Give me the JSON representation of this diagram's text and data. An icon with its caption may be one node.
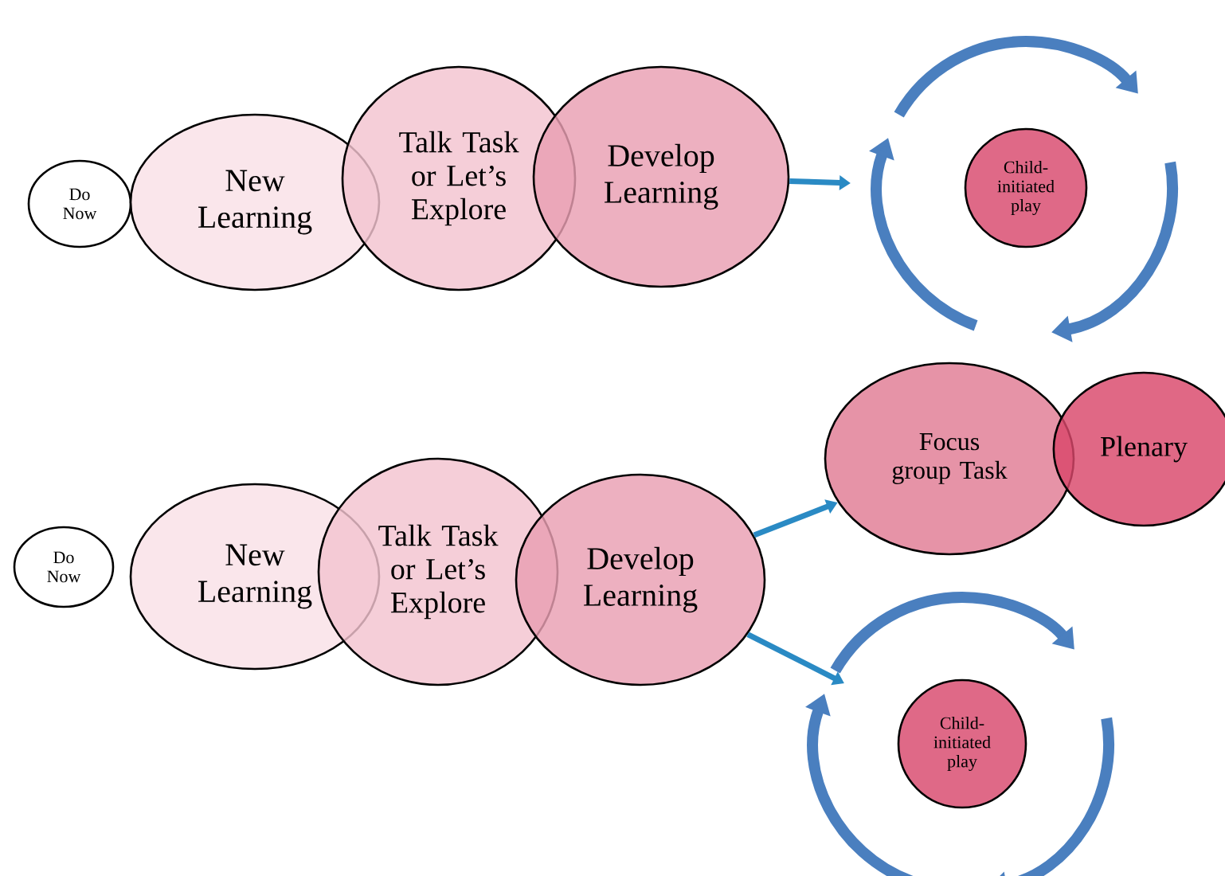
{
  "diagram": {
    "nodes": [
      {
        "text": [
          "Do Now"
        ]
      },
      {
        "text": [
          "New Learning"
        ]
      },
      {
        "text": [
          "Talk Task or Let’s Explore"
        ]
      },
      {
        "text": [
          "Develop Learning"
        ]
      },
      {
        "text": [
          "Child-initiated play"
        ]
      },
      {
        "text": [
          "Do Now"
        ]
      },
      {
        "text": [
          "New Learning"
        ]
      },
      {
        "text": [
          "Talk Task or Let’s Explore"
        ]
      },
      {
        "text": [
          "Develop Learning"
        ]
      },
      {
        "text": [
          "Focus group Task"
        ]
      },
      {
        "text": [
          "Plenary"
        ]
      },
      {
        "text": [
          "Child-initiated play"
        ]
      }
    ],
    "edges": [
      {
        "from": 3,
        "to": 4,
        "arrow": "to"
      },
      {
        "from": 8,
        "to": 9,
        "arrow": "to"
      },
      {
        "from": 8,
        "to": 11,
        "arrow": "to"
      }
    ]
  }
}
